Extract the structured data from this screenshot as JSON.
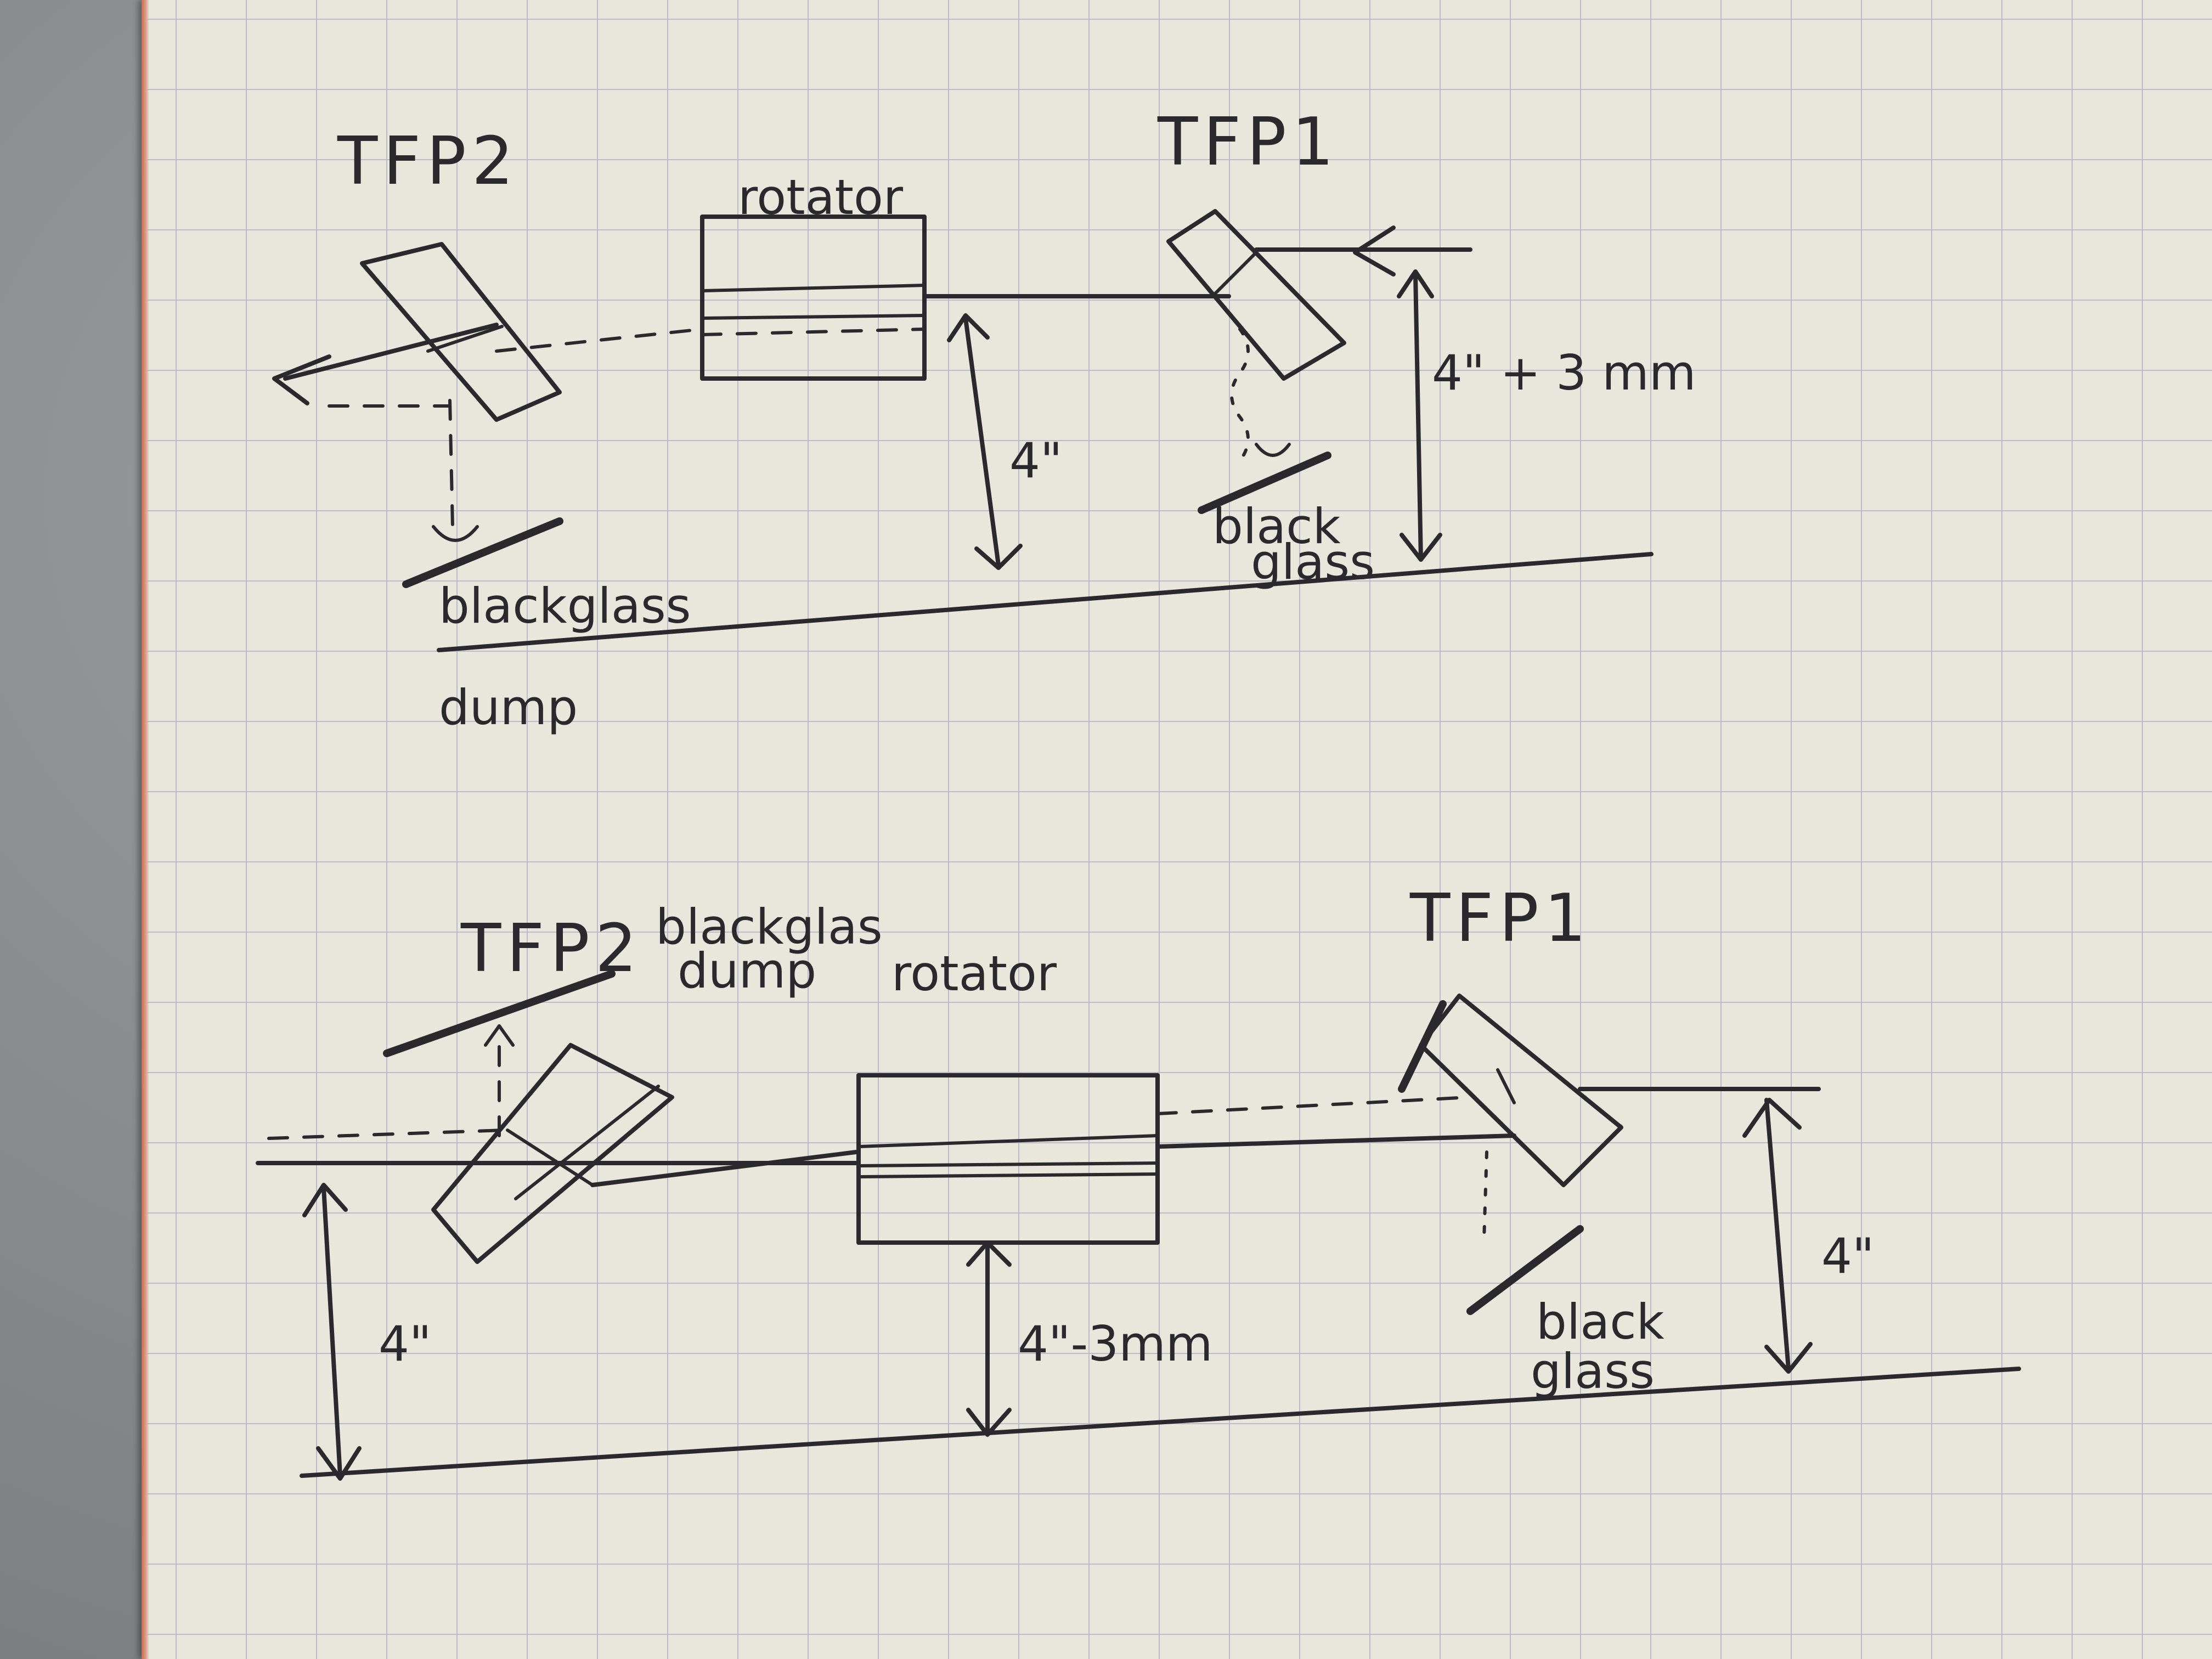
{
  "sketch": {
    "top": {
      "tfp2": "TFP2",
      "rotator": "rotator",
      "tfp1": "TFP1",
      "blackglass_left": "blackglass",
      "dump": "dump",
      "dim_rotator": "4\"",
      "dim_right": "4\" + 3 mm",
      "black": "black",
      "glass": "glass"
    },
    "bottom": {
      "tfp2": "TFP2",
      "blackglass_dump_1": "blackglas",
      "blackglass_dump_2": "dump",
      "rotator": "rotator",
      "tfp1": "TFP1",
      "dim_left": "4\"",
      "dim_rotator": "4\"-3mm",
      "dim_right": "4\"",
      "black": "black",
      "glass": "glass"
    }
  },
  "colors": {
    "paper": "#e9e6db",
    "grid": "#b9bcc6",
    "ink": "#2a2a2e",
    "desk": "#8a8c90"
  }
}
